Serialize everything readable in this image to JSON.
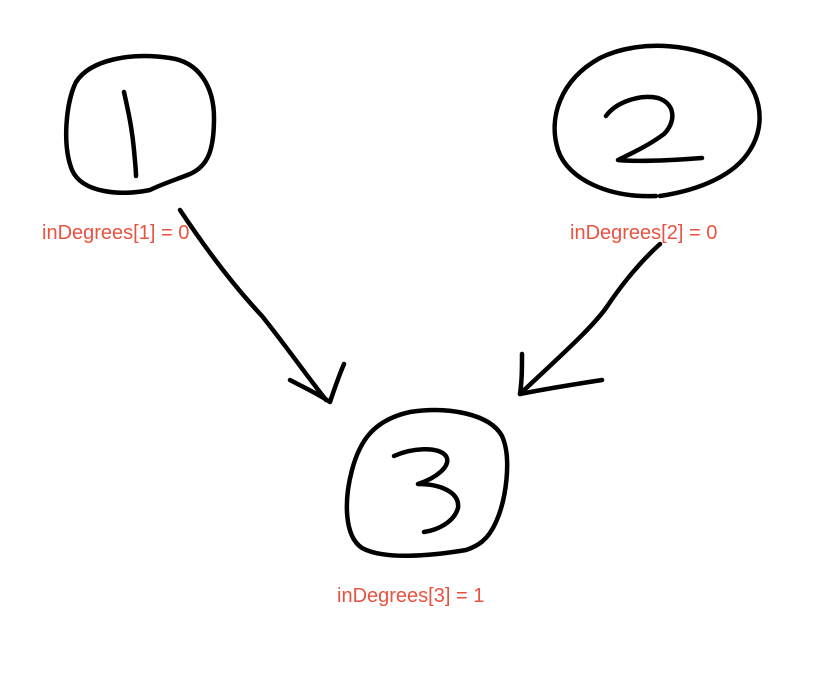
{
  "colors": {
    "background": "#ffffff",
    "ink": "#000000",
    "annotation": "#e8523f"
  },
  "nodes": [
    {
      "id": "1",
      "label": "1",
      "annotation": "inDegrees[1] = 0"
    },
    {
      "id": "2",
      "label": "2",
      "annotation": "inDegrees[2] = 0"
    },
    {
      "id": "3",
      "label": "3",
      "annotation": "inDegrees[3] = 1"
    }
  ],
  "edges": [
    {
      "from": "1",
      "to": "3"
    },
    {
      "from": "2",
      "to": "3"
    }
  ]
}
